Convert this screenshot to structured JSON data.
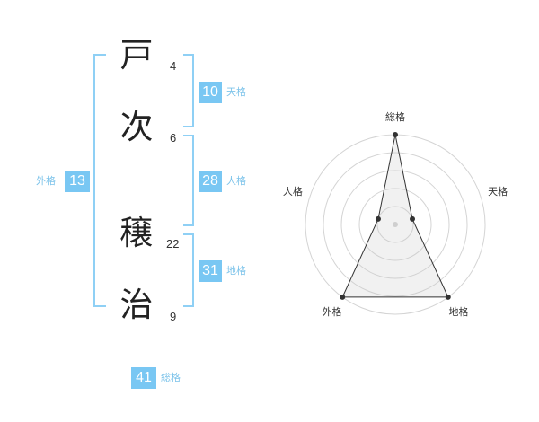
{
  "name": {
    "chars": [
      {
        "char": "戸",
        "strokes": "4"
      },
      {
        "char": "次",
        "strokes": "6"
      },
      {
        "char": "穣",
        "strokes": "22"
      },
      {
        "char": "治",
        "strokes": "9"
      }
    ]
  },
  "kakusu": {
    "tenkaku": {
      "value": "10",
      "label": "天格"
    },
    "jinkaku": {
      "value": "28",
      "label": "人格"
    },
    "chikaku": {
      "value": "31",
      "label": "地格"
    },
    "gaikaku": {
      "value": "13",
      "label": "外格"
    },
    "soukaku": {
      "value": "41",
      "label": "総格"
    }
  },
  "chart_data": {
    "type": "radar",
    "axes": [
      "総格",
      "天格",
      "地格",
      "外格",
      "人格"
    ],
    "values": [
      5,
      1,
      5,
      5,
      1
    ],
    "rmax": 5,
    "rings": 5
  },
  "colors": {
    "accent": "#79c7f3",
    "bracket": "#8fd0f5",
    "label": "#7cc3ea"
  }
}
